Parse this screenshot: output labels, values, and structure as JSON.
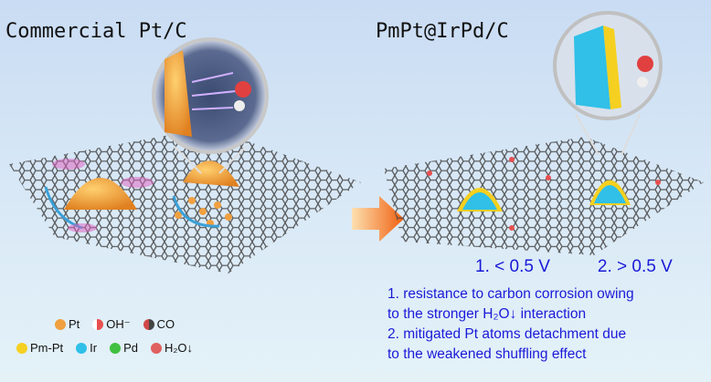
{
  "titles": {
    "left": "Commercial Pt/C",
    "right": "PmPt@IrPd/C"
  },
  "legend": {
    "row1": [
      {
        "label": "Pt",
        "color": "#f0a040"
      },
      {
        "label": "OH⁻",
        "color": "#e85050"
      },
      {
        "label": "CO",
        "color": "#d04848"
      }
    ],
    "row2": [
      {
        "label": "Pm-Pt",
        "color": "#f5d020"
      },
      {
        "label": "Ir",
        "color": "#30c0e8"
      },
      {
        "label": "Pd",
        "color": "#40c040"
      },
      {
        "label": "H₂O↓",
        "color": "#e06060"
      }
    ]
  },
  "conditions": [
    "1. < 0.5 V",
    "2. > 0.5 V"
  ],
  "notes": [
    "1. resistance  to carbon corrosion owing",
    "to the stronger H₂O↓ interaction",
    "2. mitigated Pt atoms detachment due",
    "to the weakened shuffling effect"
  ],
  "colors": {
    "text_blue": "#1a1ad8",
    "arrow": "#f08020",
    "pt": "#f0a040",
    "ir": "#30c0e8",
    "pmpt": "#f5d020"
  }
}
